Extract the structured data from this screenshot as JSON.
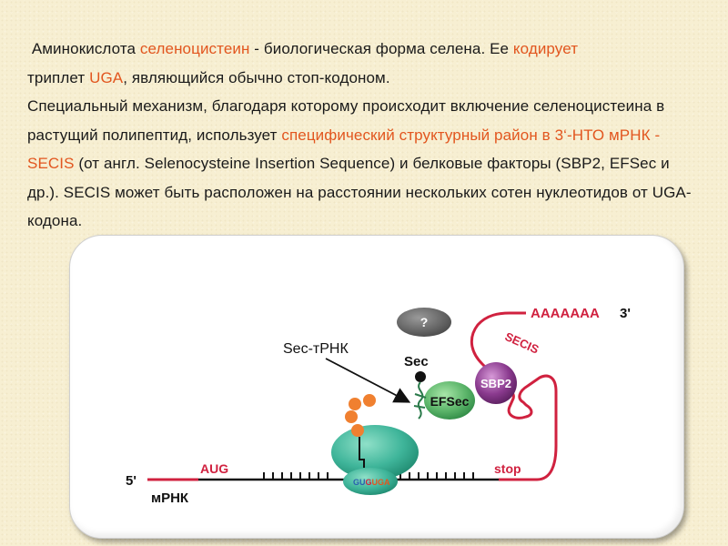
{
  "text": {
    "p1_a": "Аминокислота ",
    "p1_b": "селеноцистеин",
    "p1_c": " - биологическая форма селена.  Ее ",
    "p1_d": "кодирует",
    "p1_e": "триплет ",
    "p1_f": "UGA",
    "p1_g": ", являющийся обычно стоп-кодоном.",
    "p2_a": "Специальный  механизм,  благодаря которому происходит  включение селеноцистеина  в растущий полипептид,  использует ",
    "p2_b": "специфический структурный  район в 3‘-НТО мРНК - SECIS",
    "p2_c": " (от англ. Selenocysteine Insertion Sequence) и белковые факторы (SBP2, EFSec и др.). SECIS может быть расположен на расстоянии нескольких сотен нуклеотидов от UGA-кодона."
  },
  "diagram": {
    "five_prime": "5'",
    "three_prime": "3'",
    "mrna": "мРНК",
    "aug": "AUG",
    "stop": "stop",
    "polyA": "AAAAAAA",
    "secis": "SECIS",
    "sbp2": "SBP2",
    "efsec": "EFSec",
    "sec": "Sec",
    "sec_trna": "Sec-тРНК",
    "question": "?",
    "codon_gu": "GU",
    "codon_g": "G",
    "codon_uga": "UGA"
  },
  "colors": {
    "highlight": "#e2561f",
    "red_line": "#d0213f",
    "ribosome": "#3fb59a",
    "efsec": "#5cb56a",
    "sbp2": "#8a3a8e",
    "amino_acid": "#f08030",
    "question_bubble": "#606060"
  }
}
